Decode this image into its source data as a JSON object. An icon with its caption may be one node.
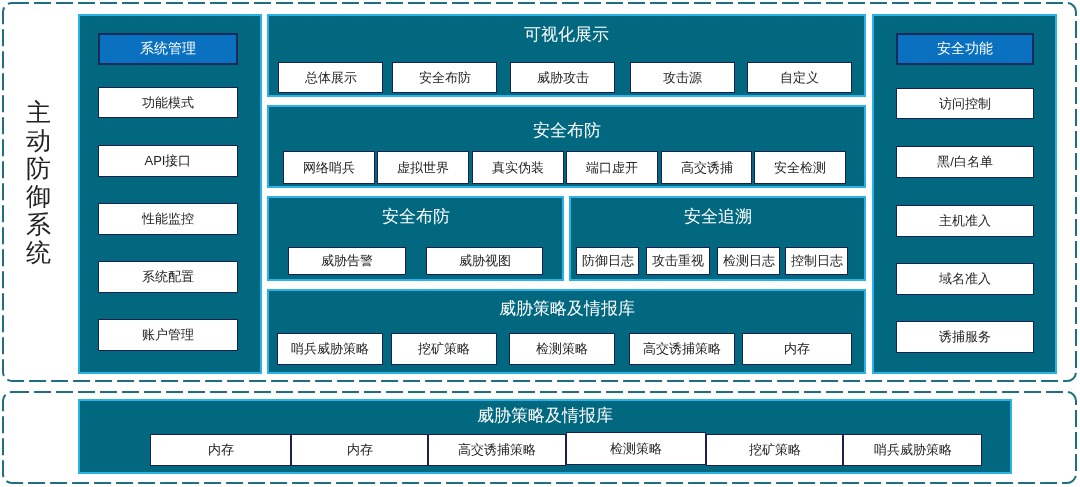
{
  "diagram": {
    "nodes": [
      {
        "text": [
          "主动防御系统"
        ]
      },
      {
        "text": [],
        "shape": "box",
        "in": 0
      },
      {
        "text": [
          "系统管理"
        ],
        "in": 1
      },
      {
        "text": [
          "功能模式"
        ],
        "in": 1
      },
      {
        "text": [
          "API接口"
        ],
        "in": 1
      },
      {
        "text": [
          "性能监控"
        ],
        "in": 1
      },
      {
        "text": [
          "系统配置"
        ],
        "in": 1
      },
      {
        "text": [
          "账户管理"
        ],
        "in": 1
      },
      {
        "text": [
          "可视化展示"
        ],
        "in": 0
      },
      {
        "text": [
          "总体展示"
        ],
        "in": 8
      },
      {
        "text": [
          "安全布防"
        ],
        "in": 8
      },
      {
        "text": [
          "威胁攻击"
        ],
        "in": 8
      },
      {
        "text": [
          "攻击源"
        ],
        "in": 8
      },
      {
        "text": [
          "自定义"
        ],
        "in": 8
      },
      {
        "text": [
          "安全布防"
        ],
        "in": 0
      },
      {
        "text": [
          "网络哨兵"
        ],
        "in": 14
      },
      {
        "text": [
          "虚拟世界"
        ],
        "in": 14
      },
      {
        "text": [
          "真实伪装"
        ],
        "in": 14
      },
      {
        "text": [
          "端口虚开"
        ],
        "in": 14
      },
      {
        "text": [
          "高交诱捕"
        ],
        "in": 14
      },
      {
        "text": [
          "安全检测"
        ],
        "in": 14
      },
      {
        "text": [
          "安全布防"
        ],
        "in": 0
      },
      {
        "text": [
          "威胁告警"
        ],
        "in": 21
      },
      {
        "text": [
          "威胁视图"
        ],
        "in": 21
      },
      {
        "text": [
          "安全追溯"
        ],
        "in": 0
      },
      {
        "text": [
          "防御日志"
        ],
        "in": 24
      },
      {
        "text": [
          "攻击重视"
        ],
        "in": 24
      },
      {
        "text": [
          "检测日志"
        ],
        "in": 24
      },
      {
        "text": [
          "控制日志"
        ],
        "in": 24
      },
      {
        "text": [
          "威胁策略及情报库"
        ],
        "in": 0
      },
      {
        "text": [
          "哨兵威胁策略"
        ],
        "in": 29
      },
      {
        "text": [
          "挖矿策略"
        ],
        "in": 29
      },
      {
        "text": [
          "检测策略"
        ],
        "in": 29
      },
      {
        "text": [
          "高交诱捕策略"
        ],
        "in": 29
      },
      {
        "text": [
          "内存"
        ],
        "in": 29
      },
      {
        "text": [],
        "shape": "box",
        "in": 0
      },
      {
        "text": [
          "安全功能"
        ],
        "in": 35
      },
      {
        "text": [
          "访问控制"
        ],
        "in": 35
      },
      {
        "text": [
          "黑/白名单"
        ],
        "in": 35
      },
      {
        "text": [
          "主机准入"
        ],
        "in": 35
      },
      {
        "text": [
          "域名准入"
        ],
        "in": 35
      },
      {
        "text": [
          "诱捕服务"
        ],
        "in": 35
      },
      {
        "text": [],
        "shape": "box"
      },
      {
        "text": [
          "威胁策略及情报库"
        ],
        "in": 42
      },
      {
        "text": [
          "内存"
        ],
        "in": 43
      },
      {
        "text": [
          "内存"
        ],
        "in": 43
      },
      {
        "text": [
          "高交诱捕策略"
        ],
        "in": 43
      },
      {
        "text": [
          "检测策略"
        ],
        "in": 43
      },
      {
        "text": [
          "挖矿策略"
        ],
        "in": 43
      },
      {
        "text": [
          "哨兵威胁策略"
        ],
        "in": 43
      }
    ]
  }
}
